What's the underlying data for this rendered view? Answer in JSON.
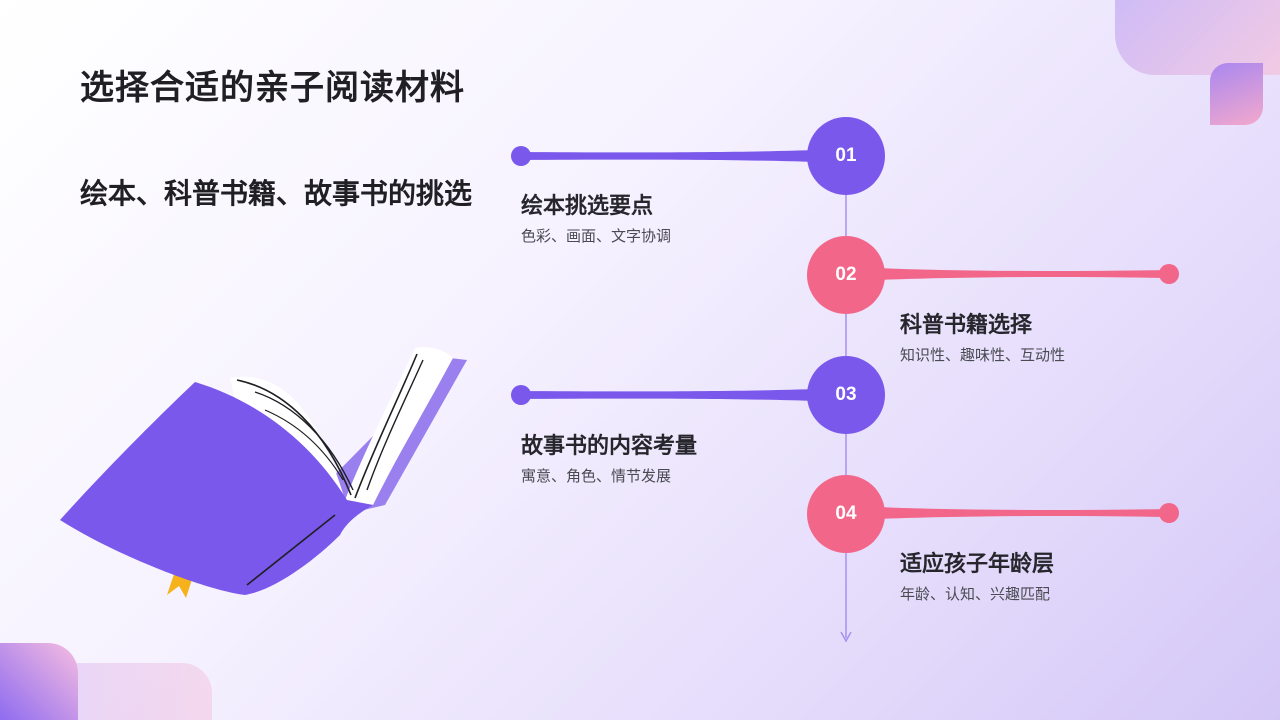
{
  "title": "选择合适的亲子阅读材料",
  "subtitle": "绘本、科普书籍、故事书的挑选",
  "colors": {
    "purple": "#7a58ec",
    "pink": "#f2668a",
    "heading": "#1f1f24"
  },
  "timeline": {
    "items": [
      {
        "number": "01",
        "title": "绘本挑选要点",
        "desc": "色彩、画面、文字协调",
        "color": "purple",
        "side": "left"
      },
      {
        "number": "02",
        "title": "科普书籍选择",
        "desc": "知识性、趣味性、互动性",
        "color": "pink",
        "side": "right"
      },
      {
        "number": "03",
        "title": "故事书的内容考量",
        "desc": "寓意、角色、情节发展",
        "color": "purple",
        "side": "left"
      },
      {
        "number": "04",
        "title": "适应孩子年龄层",
        "desc": "年龄、认知、兴趣匹配",
        "color": "pink",
        "side": "right"
      }
    ]
  },
  "illustration": "open-book-icon"
}
